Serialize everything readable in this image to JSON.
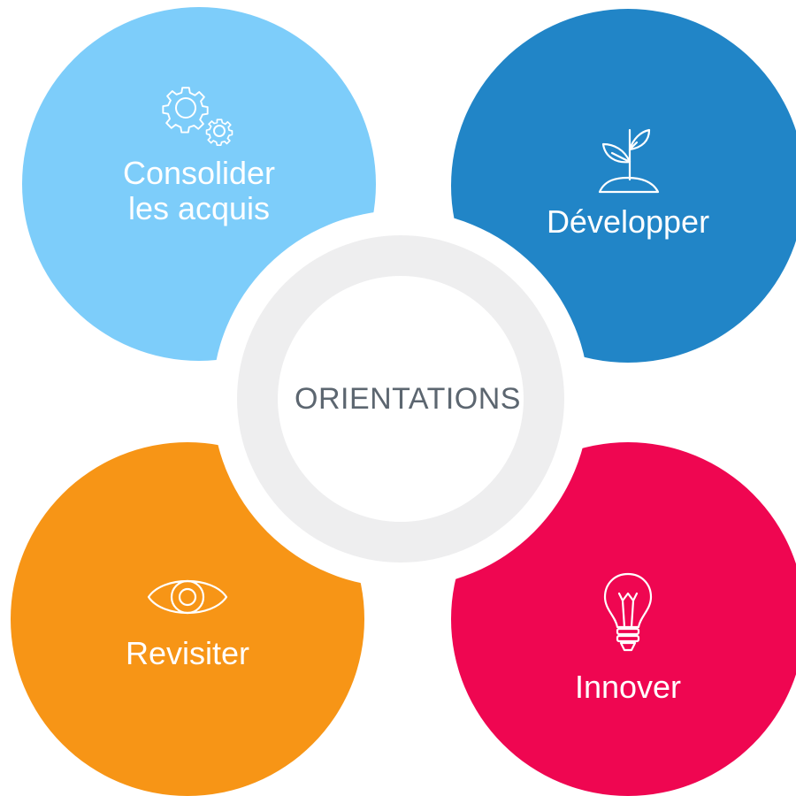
{
  "center": {
    "title": "ORIENTATIONS"
  },
  "petals": [
    {
      "label": "Consolider\nles acquis",
      "icon": "gears-icon",
      "color": "#7dcdfa"
    },
    {
      "label": "Développer",
      "icon": "sprout-icon",
      "color": "#2185c7"
    },
    {
      "label": "Revisiter",
      "icon": "eye-icon",
      "color": "#f79516"
    },
    {
      "label": "Innover",
      "icon": "lightbulb-icon",
      "color": "#ef0651"
    }
  ]
}
